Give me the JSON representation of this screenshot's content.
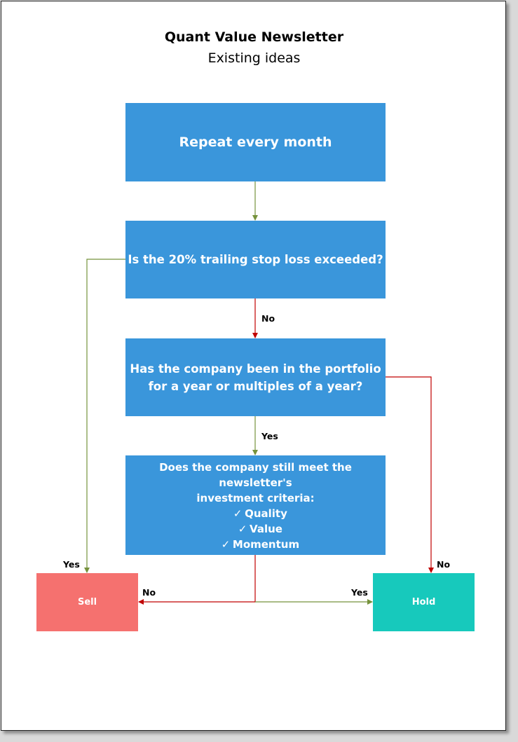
{
  "header": {
    "title": "Quant Value Newsletter",
    "subtitle": "Existing ideas"
  },
  "nodes": {
    "repeat": "Repeat every month",
    "stop_loss": "Is the 20% trailing stop loss exceeded?",
    "portfolio_line1": "Has the company been in the portfolio",
    "portfolio_line2": "for a year or multiples of a year?",
    "criteria_line1": "Does the company still meet the newsletter's",
    "criteria_line2": "investment criteria:",
    "criteria_items": [
      "Quality",
      "Value",
      "Momentum"
    ],
    "check_glyph": "✓",
    "sell": "Sell",
    "hold": "Hold"
  },
  "edge_labels": {
    "stoploss_no": "No",
    "portfolio_yes": "Yes",
    "stoploss_yes": "Yes",
    "portfolio_no": "No",
    "criteria_no": "No",
    "criteria_yes": "Yes"
  },
  "colors": {
    "box_blue": "#3a96db",
    "sell": "#f5716f",
    "hold": "#17c9bc",
    "yes_line": "#76923c",
    "no_line": "#c00000"
  }
}
